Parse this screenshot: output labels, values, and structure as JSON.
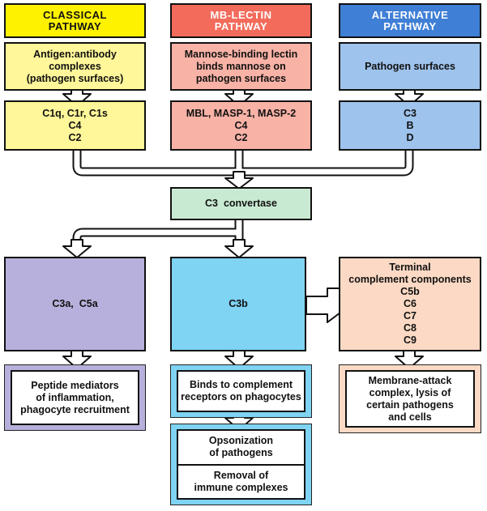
{
  "pathways": {
    "classical": {
      "title": "CLASSICAL\nPATHWAY",
      "trigger": "Antigen:antibody\ncomplexes\n(pathogen surfaces)",
      "components": "C1q, C1r, C1s\nC4\nC2"
    },
    "lectin": {
      "title": "MB-LECTIN\nPATHWAY",
      "trigger": "Mannose-binding lectin\nbinds mannose on\npathogen surfaces",
      "components": "MBL, MASP-1, MASP-2\nC4\nC2"
    },
    "alternative": {
      "title": "ALTERNATIVE\nPATHWAY",
      "trigger": "Pathogen surfaces",
      "components": "C3\nB\nD"
    }
  },
  "convertase": "C3  convertase",
  "products": {
    "anaphylatoxins": "C3a,  C5a",
    "opsonin": "C3b",
    "terminal": "Terminal\ncomplement components\nC5b\nC6\nC7\nC8\nC9"
  },
  "outcomes": {
    "inflammation": "Peptide mediators\nof inflammation,\nphagocyte recruitment",
    "receptors": "Binds to complement\nreceptors on phagocytes",
    "opsonization": "Opsonization\nof pathogens",
    "removal": "Removal of\nimmune complexes",
    "mac": "Membrane-attack\ncomplex, lysis of\ncertain pathogens\nand cells"
  },
  "colors": {
    "classical_header": "#fff200",
    "classical": "#fff799",
    "lectin_header": "#f26b5b",
    "lectin": "#f8b2a6",
    "alternative_header": "#3f7fd6",
    "alternative": "#9ec3ec",
    "convertase": "#c9ead2",
    "anaphylatoxins": "#b8b0dc",
    "opsonin": "#7fd3f3",
    "terminal": "#fbd9c4"
  }
}
